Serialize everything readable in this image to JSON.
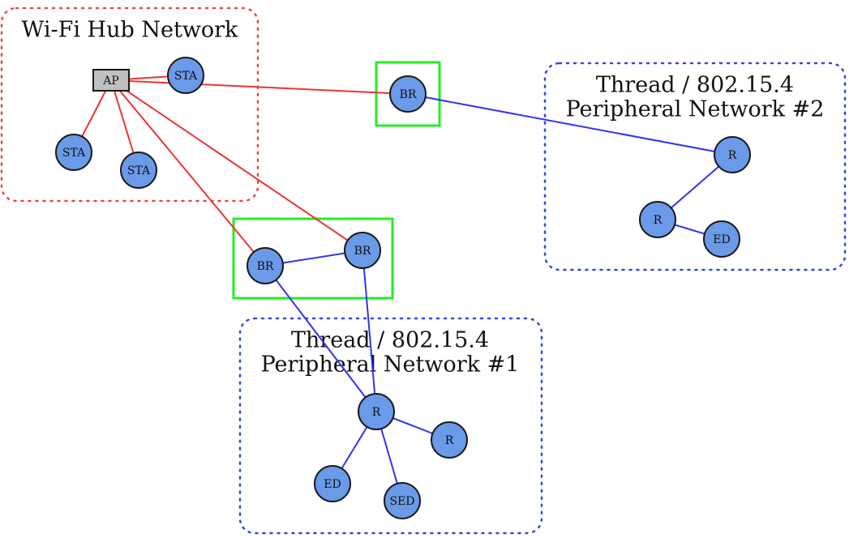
{
  "colors": {
    "wifi_edge": "#ee3333",
    "thread_edge": "#3333ee",
    "wifi_cluster_border": "#ee4444",
    "thread_cluster_border": "#3344ee",
    "border_router_box": "#22ee22",
    "node_fill": "#6a9ae8",
    "ap_fill": "#c0c0c0"
  },
  "clusters": [
    {
      "id": "wifi",
      "label_lines": [
        "Wi-Fi Hub Network"
      ]
    },
    {
      "id": "thread2",
      "label_lines": [
        "Thread / 802.15.4",
        "Peripheral Network #2"
      ]
    },
    {
      "id": "thread1",
      "label_lines": [
        "Thread / 802.15.4",
        "Peripheral Network #1"
      ]
    }
  ],
  "nodes": [
    {
      "id": "ap",
      "label": "AP",
      "shape": "box"
    },
    {
      "id": "sta1",
      "label": "STA"
    },
    {
      "id": "sta2",
      "label": "STA"
    },
    {
      "id": "sta3",
      "label": "STA"
    },
    {
      "id": "br_top",
      "label": "BR"
    },
    {
      "id": "br_left",
      "label": "BR"
    },
    {
      "id": "br_right",
      "label": "BR"
    },
    {
      "id": "t2_r1",
      "label": "R"
    },
    {
      "id": "t2_r2",
      "label": "R"
    },
    {
      "id": "t2_ed",
      "label": "ED"
    },
    {
      "id": "t1_r1",
      "label": "R"
    },
    {
      "id": "t1_r2",
      "label": "R"
    },
    {
      "id": "t1_ed",
      "label": "ED"
    },
    {
      "id": "t1_sed",
      "label": "SED"
    }
  ],
  "edges": [
    {
      "from": "ap",
      "to": "sta1",
      "kind": "wifi"
    },
    {
      "from": "ap",
      "to": "sta2",
      "kind": "wifi"
    },
    {
      "from": "ap",
      "to": "sta3",
      "kind": "wifi"
    },
    {
      "from": "ap",
      "to": "br_top",
      "kind": "wifi"
    },
    {
      "from": "ap",
      "to": "br_left",
      "kind": "wifi"
    },
    {
      "from": "ap",
      "to": "br_right",
      "kind": "wifi"
    },
    {
      "from": "br_top",
      "to": "t2_r1",
      "kind": "thread"
    },
    {
      "from": "t2_r1",
      "to": "t2_r2",
      "kind": "thread"
    },
    {
      "from": "t2_r2",
      "to": "t2_ed",
      "kind": "thread"
    },
    {
      "from": "br_left",
      "to": "br_right",
      "kind": "thread"
    },
    {
      "from": "br_left",
      "to": "t1_r1",
      "kind": "thread"
    },
    {
      "from": "br_right",
      "to": "t1_r1",
      "kind": "thread"
    },
    {
      "from": "t1_r1",
      "to": "t1_r2",
      "kind": "thread"
    },
    {
      "from": "t1_r1",
      "to": "t1_ed",
      "kind": "thread"
    },
    {
      "from": "t1_r1",
      "to": "t1_sed",
      "kind": "thread"
    }
  ]
}
